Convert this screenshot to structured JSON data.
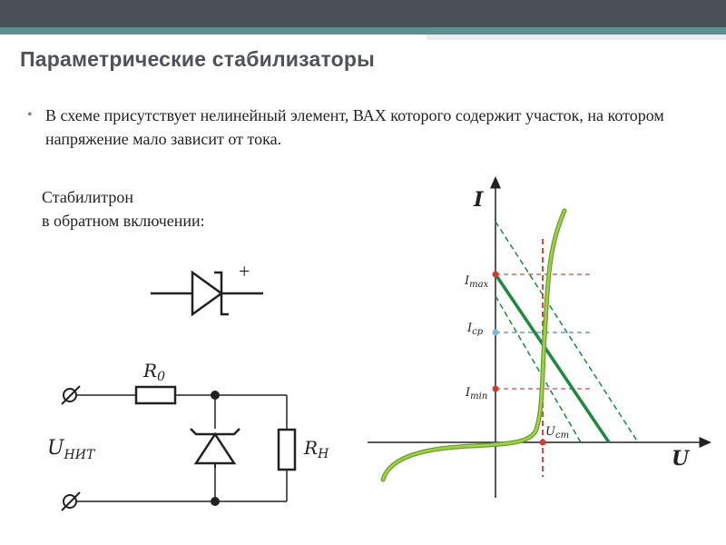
{
  "slide": {
    "title": "Параметрические стабилизаторы",
    "bullet": "В схеме присутствует нелинейный элемент, ВАХ которого содержит участок,  на котором напряжение мало зависит от тока.",
    "device_line1": "Стабилитрон",
    "device_line2": "в обратном включении:"
  },
  "symbol": {
    "plus": "+"
  },
  "circuit": {
    "r0": "R",
    "r0_sub": "0",
    "rh": "R",
    "rh_sub": "H",
    "u_src": "U",
    "u_src_sub": "НИТ"
  },
  "graph": {
    "axis_i": "I",
    "axis_u": "U",
    "i_max": "I",
    "i_max_sub": "max",
    "i_cp": "I",
    "i_cp_sub": "cp",
    "i_min": "I",
    "i_min_sub": "min",
    "u_cm": "U",
    "u_cm_sub": "cm"
  },
  "colors": {
    "accent": "#5e8f90",
    "header_bar": "#4a4f55",
    "curve": "#8ac33f",
    "load_line": "#1c8a3c",
    "marker_red": "#d23b2f",
    "marker_blue": "#7fb6e0"
  }
}
